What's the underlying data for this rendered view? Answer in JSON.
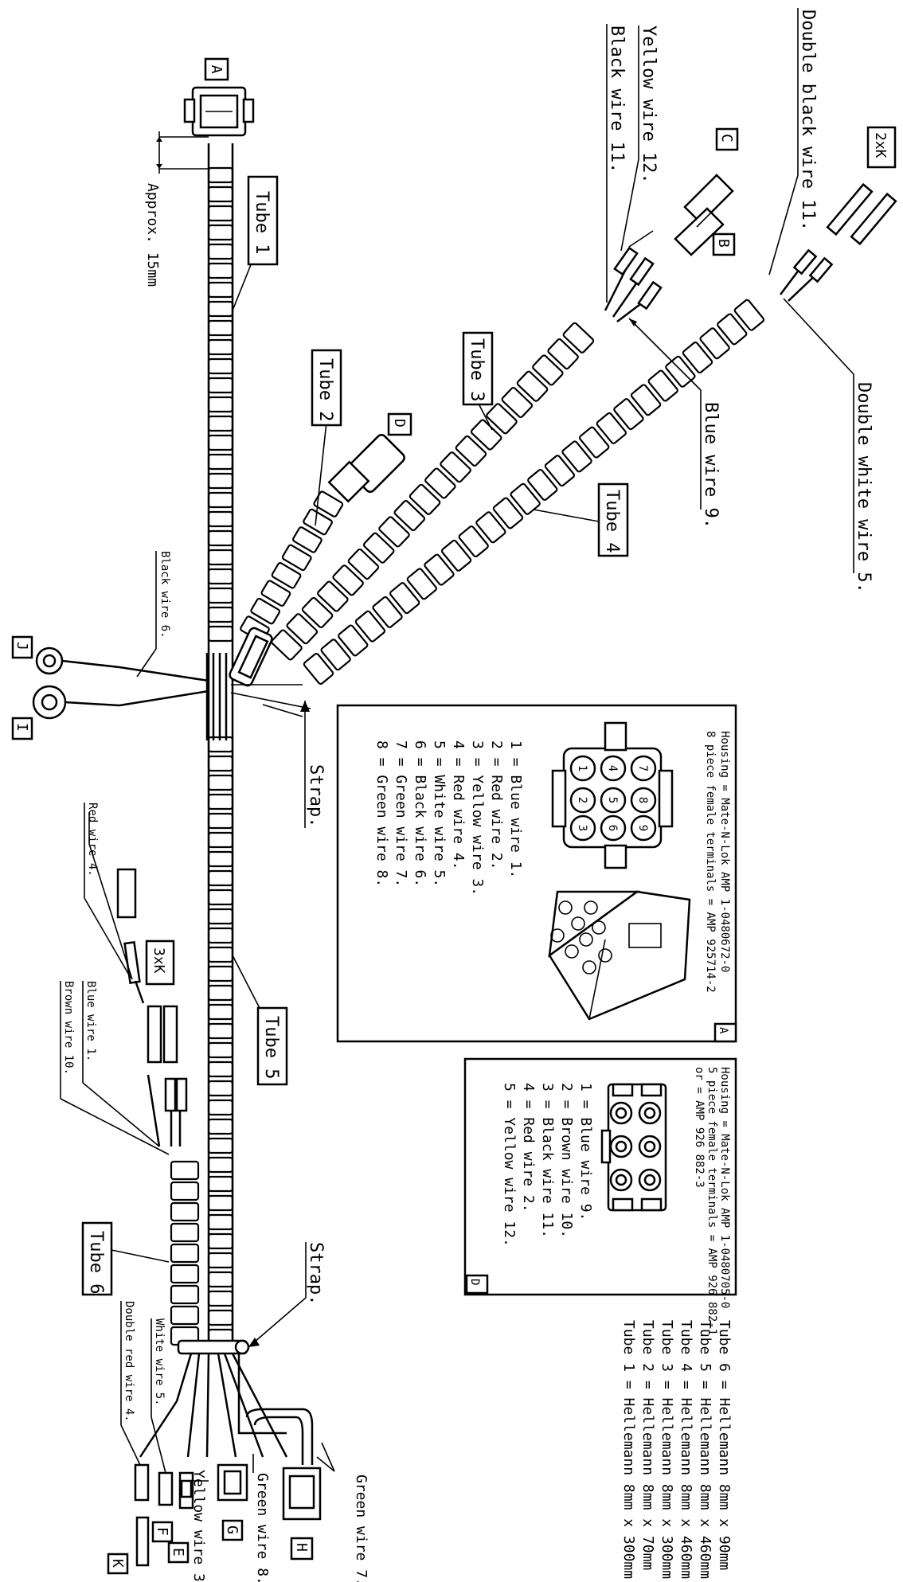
{
  "connectors": {
    "A": "A",
    "B": "B",
    "C": "C",
    "D": "D",
    "E": "E",
    "F": "F",
    "G": "G",
    "H": "H",
    "I": "I",
    "J": "J",
    "K": "K",
    "k2": "2xK",
    "k3": "3xK"
  },
  "tubes": {
    "t1": "Tube 1",
    "t2": "Tube 2",
    "t3": "Tube 3",
    "t4": "Tube 4",
    "t5": "Tube 5",
    "t6": "Tube 6"
  },
  "labels": {
    "approx": "Approx. 15mm",
    "yellow12": "Yellow wire 12.",
    "black11": "Black wire 11.",
    "dblblack11": "Double black wire 11.",
    "dblwhite5": "Double white wire 5.",
    "blue9": "Blue wire 9.",
    "black6": "Black wire 6.",
    "strap1": "Strap.",
    "strap2": "Strap.",
    "red4": "Red wire 4.",
    "blue1": "Blue wire 1.",
    "brown10": "Brown wire 10.",
    "dblred4": "Double red wire 4.",
    "white5": "White wire 5.",
    "yellow3": "Yellow wire 3.",
    "green8": "Green wire 8.",
    "green7": "Green wire 7."
  },
  "boxA": {
    "housing": "Housing = Mate-N-Lok AMP 1-0480672-0",
    "terminals": "8 piece female terminals = AMP 925714-2",
    "items": [
      "1 = Blue wire 1.",
      "2 = Red wire 2.",
      "3 = Yellow wire 3.",
      "4 = Red wire 4.",
      "5 = White wire 5.",
      "6 = Black wire 6.",
      "7 = Green wire 7.",
      "8 = Green wire 8."
    ],
    "pins": [
      "1",
      "2",
      "3",
      "4",
      "5",
      "6",
      "7",
      "8",
      "9"
    ],
    "tag": "A"
  },
  "boxD": {
    "housing": "Housing = Mate-N-Lok AMP 1-0480705-0",
    "terminals": "5 piece female terminals = AMP 926 882-1",
    "or": "or = AMP 926 882-3",
    "items": [
      "1 = Blue wire 9.",
      "2 = Brown wire 10.",
      "3 = Black wire 11.",
      "4 = Red wire 2.",
      "5 = Yellow wire 12."
    ],
    "tag": "D"
  },
  "tubeList": [
    "Tube 6 = Hellemann 8mm x 90mm",
    "Tube 5 = Hellemann 8mm x 460mm",
    "Tube 4 = Hellemann 8mm x 460mm",
    "Tube 3 = Hellemann 8mm x 300mm",
    "Tube 2 = Hellemann 8mm x 70mm",
    "Tube 1 = Hellemann 8mm x 300mm"
  ]
}
